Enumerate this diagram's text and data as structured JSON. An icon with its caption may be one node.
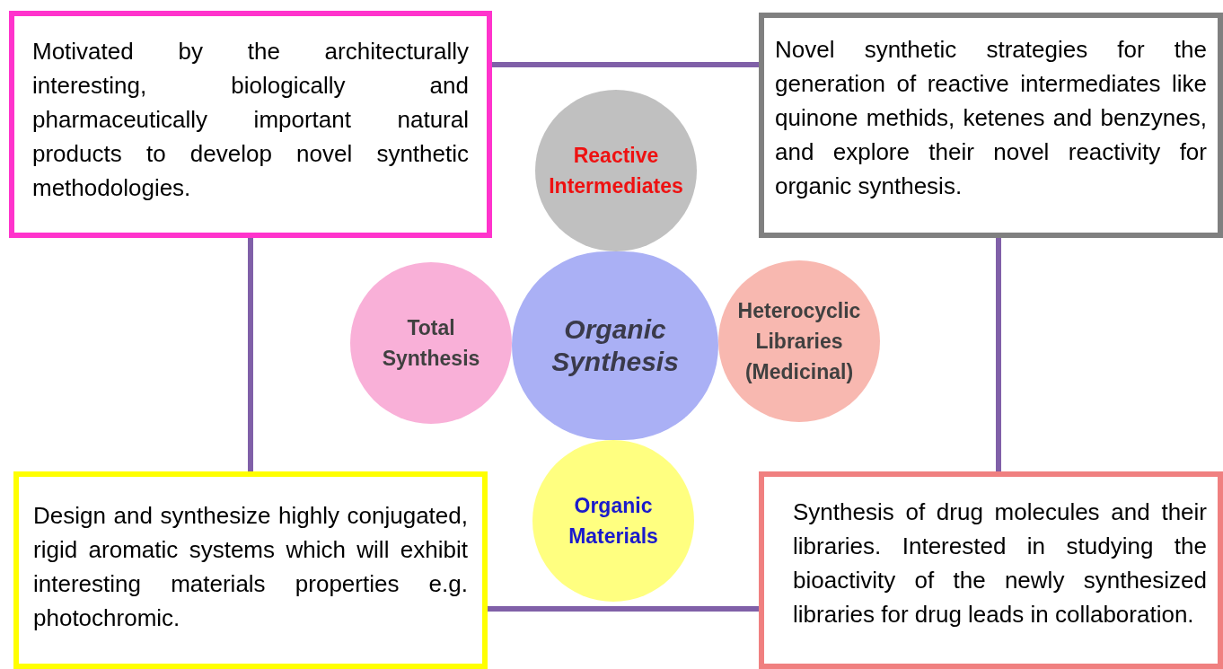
{
  "diagram": {
    "nodes": [
      {
        "text": [
          "Motivated by the architecturally interesting, biologically and pharmaceutically important natural products to develop novel synthetic methodologies."
        ]
      },
      {
        "text": [
          "Novel synthetic strategies for the generation of reactive intermediates like quinone methids, ketenes and benzynes, and explore their novel reactivity for organic synthesis."
        ]
      },
      {
        "text": [
          "Reactive Intermediates"
        ]
      },
      {
        "text": [
          "Total Synthesis"
        ]
      },
      {
        "text": [
          "Organic Synthesis"
        ]
      },
      {
        "text": [
          "Heterocyclic Libraries (Medicinal)"
        ]
      },
      {
        "text": [
          "Organic Materials"
        ]
      },
      {
        "text": [
          "Design and synthesize highly conjugated, rigid aromatic systems which will exhibit interesting materials properties e.g. photochromic."
        ]
      },
      {
        "text": [
          "Synthesis of drug molecules and their libraries. Interested in studying the bioactivity of the newly synthesized libraries for drug leads in collaboration."
        ]
      }
    ],
    "edges": [
      {
        "from": 0,
        "to": 1,
        "arrow": "none"
      },
      {
        "from": 0,
        "to": 7,
        "arrow": "none"
      },
      {
        "from": 1,
        "to": 8,
        "arrow": "none"
      },
      {
        "from": 7,
        "to": 8,
        "arrow": "none"
      }
    ]
  }
}
